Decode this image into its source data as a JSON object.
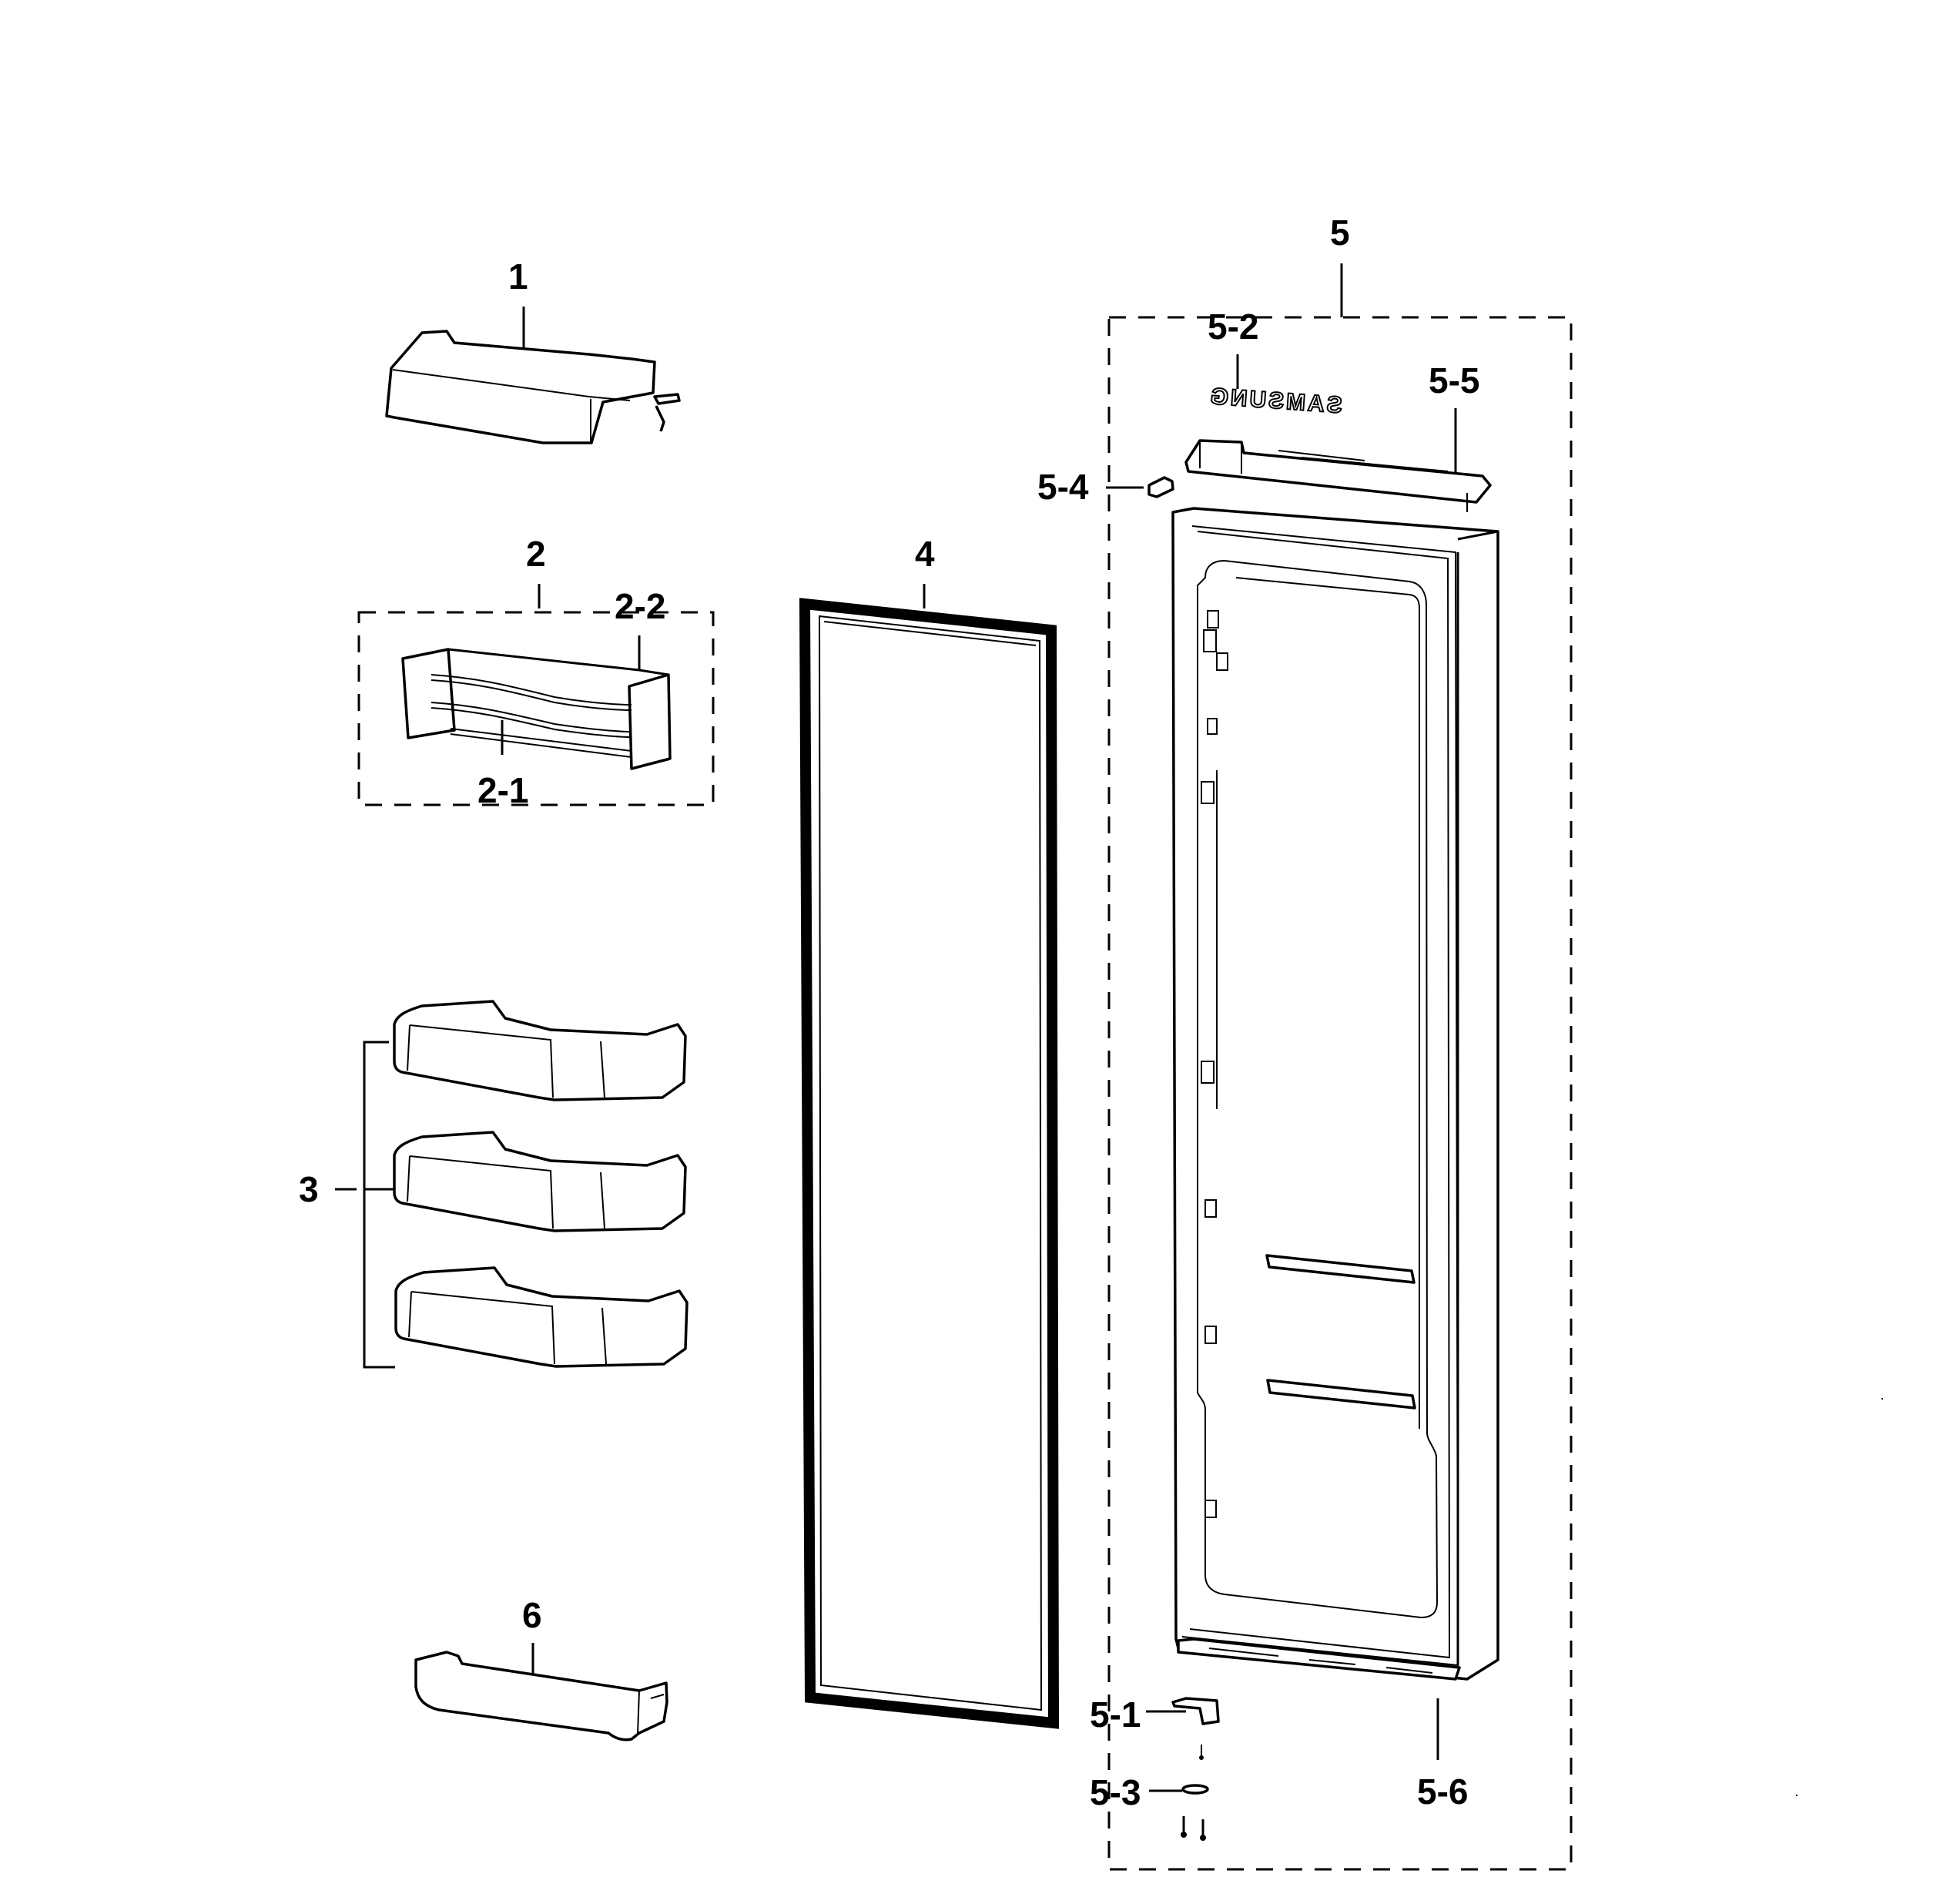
{
  "diagram": {
    "type": "exploded-parts-diagram",
    "subject": "Refrigerator fresh-food door assembly",
    "background": "#ffffff",
    "line_color": "#000000"
  },
  "parts": [
    {
      "id": "1",
      "label": "1",
      "description": "upper door bin / guard"
    },
    {
      "id": "2",
      "label": "2",
      "description": "door guard assembly (grouped)"
    },
    {
      "id": "2-1",
      "label": "2-1",
      "description": "wire rail"
    },
    {
      "id": "2-2",
      "label": "2-2",
      "description": "guard bin body"
    },
    {
      "id": "3",
      "label": "3",
      "description": "door bins (x3)"
    },
    {
      "id": "4",
      "label": "4",
      "description": "door gasket"
    },
    {
      "id": "5",
      "label": "5",
      "description": "door assembly (grouped)"
    },
    {
      "id": "5-1",
      "label": "5-1",
      "description": "lower hinge bracket"
    },
    {
      "id": "5-2",
      "label": "5-2",
      "description": "logo badge"
    },
    {
      "id": "5-3",
      "label": "5-3",
      "description": "hinge washer / screw"
    },
    {
      "id": "5-4",
      "label": "5-4",
      "description": "door stopper"
    },
    {
      "id": "5-5",
      "label": "5-5",
      "description": "upper door cap"
    },
    {
      "id": "5-6",
      "label": "5-6",
      "description": "lower door cap"
    },
    {
      "id": "6",
      "label": "6",
      "description": "bottom door bin"
    }
  ],
  "labels": {
    "p1": "1",
    "p2": "2",
    "p2_1": "2-1",
    "p2_2": "2-2",
    "p3": "3",
    "p4": "4",
    "p5": "5",
    "p5_1": "5-1",
    "p5_2": "5-2",
    "p5_3": "5-3",
    "p5_4": "5-4",
    "p5_5": "5-5",
    "p5_6": "5-6",
    "p6": "6"
  },
  "logo_text_mirrored": "SAMSUNG"
}
